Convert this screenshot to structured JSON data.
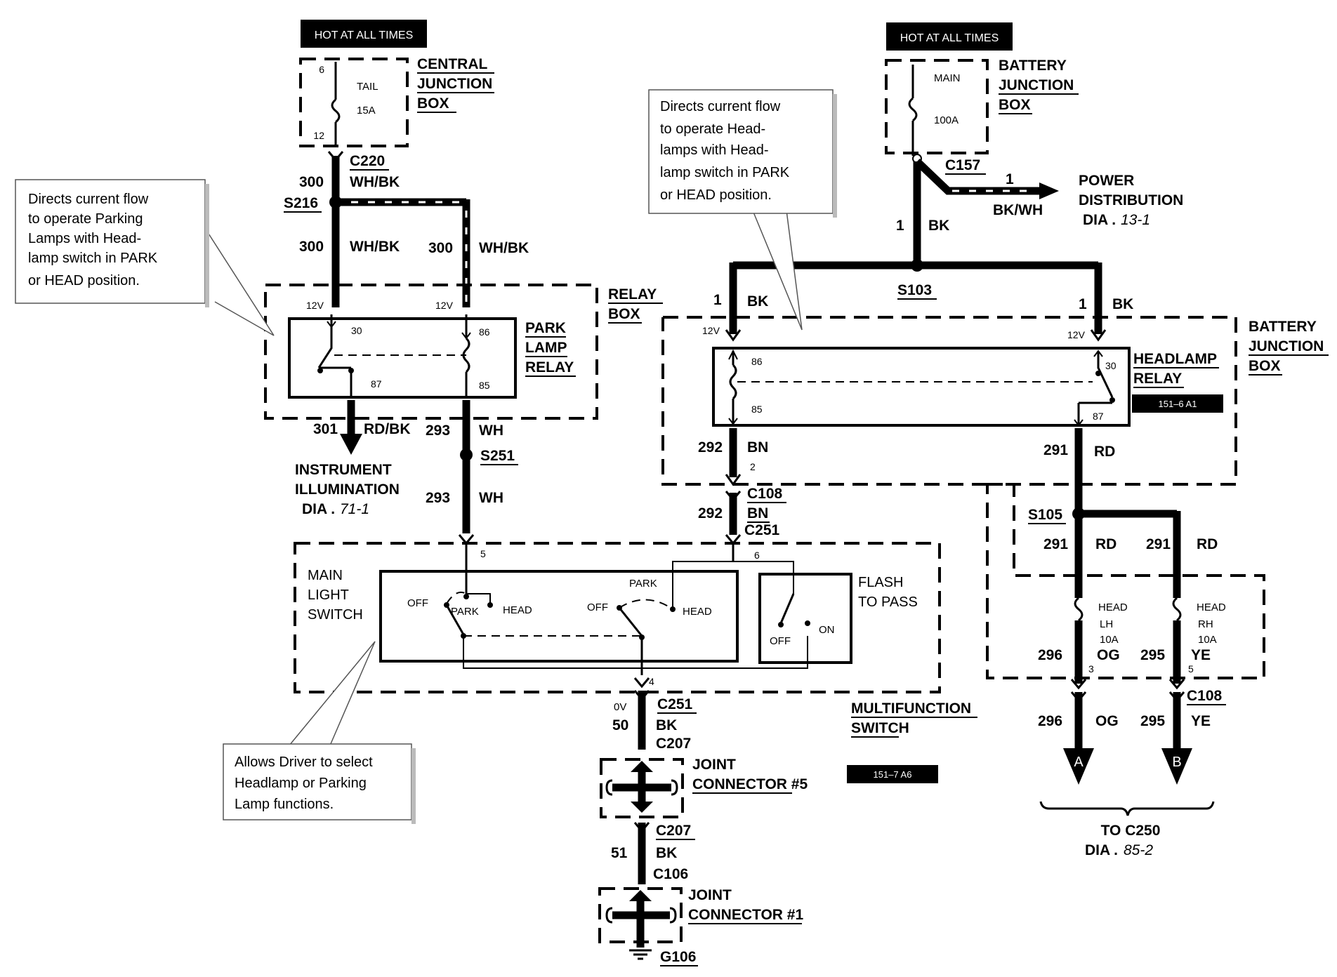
{
  "labels": {
    "hot1": "HOT AT ALL TIMES",
    "hot2": "HOT AT ALL TIMES",
    "central_jb": [
      "CENTRAL",
      "JUNCTION",
      "BOX"
    ],
    "tail_fuse": {
      "pin_top": "6",
      "name": "TAIL",
      "rating": "15A",
      "pin_bottom": "12"
    },
    "battery_jb_top": [
      "BATTERY",
      "JUNCTION",
      "BOX"
    ],
    "main_fuse": {
      "name": "MAIN",
      "rating": "100A"
    },
    "c220": "C220",
    "wire_300": "300",
    "whbk": "WH/BK",
    "s216": "S216",
    "c157": "C157",
    "wire_1": "1",
    "bk": "BK",
    "bkwh": "BK/WH",
    "power_dist": [
      "POWER",
      "DISTRIBUTION",
      "DIA .",
      "13-1"
    ],
    "s103": "S103",
    "relay_box": [
      "RELAY",
      "BOX"
    ],
    "v12": "12V",
    "park_relay": [
      "PARK",
      "LAMP",
      "RELAY"
    ],
    "pins": {
      "p30": "30",
      "p86": "86",
      "p87": "87",
      "p85": "85"
    },
    "battery_jb_right": [
      "BATTERY",
      "JUNCTION",
      "BOX"
    ],
    "headlamp_relay": [
      "HEADLAMP",
      "RELAY"
    ],
    "tag_151_6": "151–6 A1",
    "wire_301": "301",
    "rdbk": "RD/BK",
    "wire_293": "293",
    "wh": "WH",
    "s251": "S251",
    "instr": [
      "INSTRUMENT",
      "ILLUMINATION",
      "DIA .",
      "71-1"
    ],
    "wire_292": "292",
    "bn": "BN",
    "pin_2": "2",
    "wire_291": "291",
    "rd": "RD",
    "c108": "C108",
    "c251": "C251",
    "s105": "S105",
    "pin_5": "5",
    "pin_6": "6",
    "pin_4": "4",
    "pin_3": "3",
    "main_switch": [
      "MAIN",
      "LIGHT",
      "SWITCH"
    ],
    "sw_off": "OFF",
    "sw_park": "PARK",
    "sw_head": "HEAD",
    "flash": [
      "FLASH",
      "TO PASS"
    ],
    "sw_on": "ON",
    "head_lh": {
      "name": "HEAD",
      "side": "LH",
      "rating": "10A"
    },
    "head_rh": {
      "name": "HEAD",
      "side": "RH",
      "rating": "10A"
    },
    "wire_296": "296",
    "og": "OG",
    "wire_295": "295",
    "ye": "YE",
    "multifunction": [
      "MULTIFUNCTION",
      "SWITCH"
    ],
    "zero_v": "0V",
    "wire_50": "50",
    "c207": "C207",
    "joint5": [
      "JOINT",
      "CONNECTOR #5"
    ],
    "tag_151_7": "151–7 A6",
    "wire_51": "51",
    "c106": "C106",
    "joint1": [
      "JOINT",
      "CONNECTOR #1"
    ],
    "g106": "G106",
    "arrow_a": "A",
    "arrow_b": "B",
    "to_c250": [
      "TO C250",
      "DIA .",
      "85-2"
    ]
  },
  "callouts": {
    "parking": [
      "Directs current flow",
      "to operate Parking",
      "Lamps with Head-",
      "lamp switch in PARK",
      "or HEAD position."
    ],
    "headlamps": [
      "Directs current flow",
      "to operate Head-",
      "lamps  with Head-",
      "lamp switch in PARK",
      "or HEAD position."
    ],
    "driver": [
      "Allows Driver to select",
      "Headlamp or Parking",
      "Lamp functions."
    ]
  }
}
